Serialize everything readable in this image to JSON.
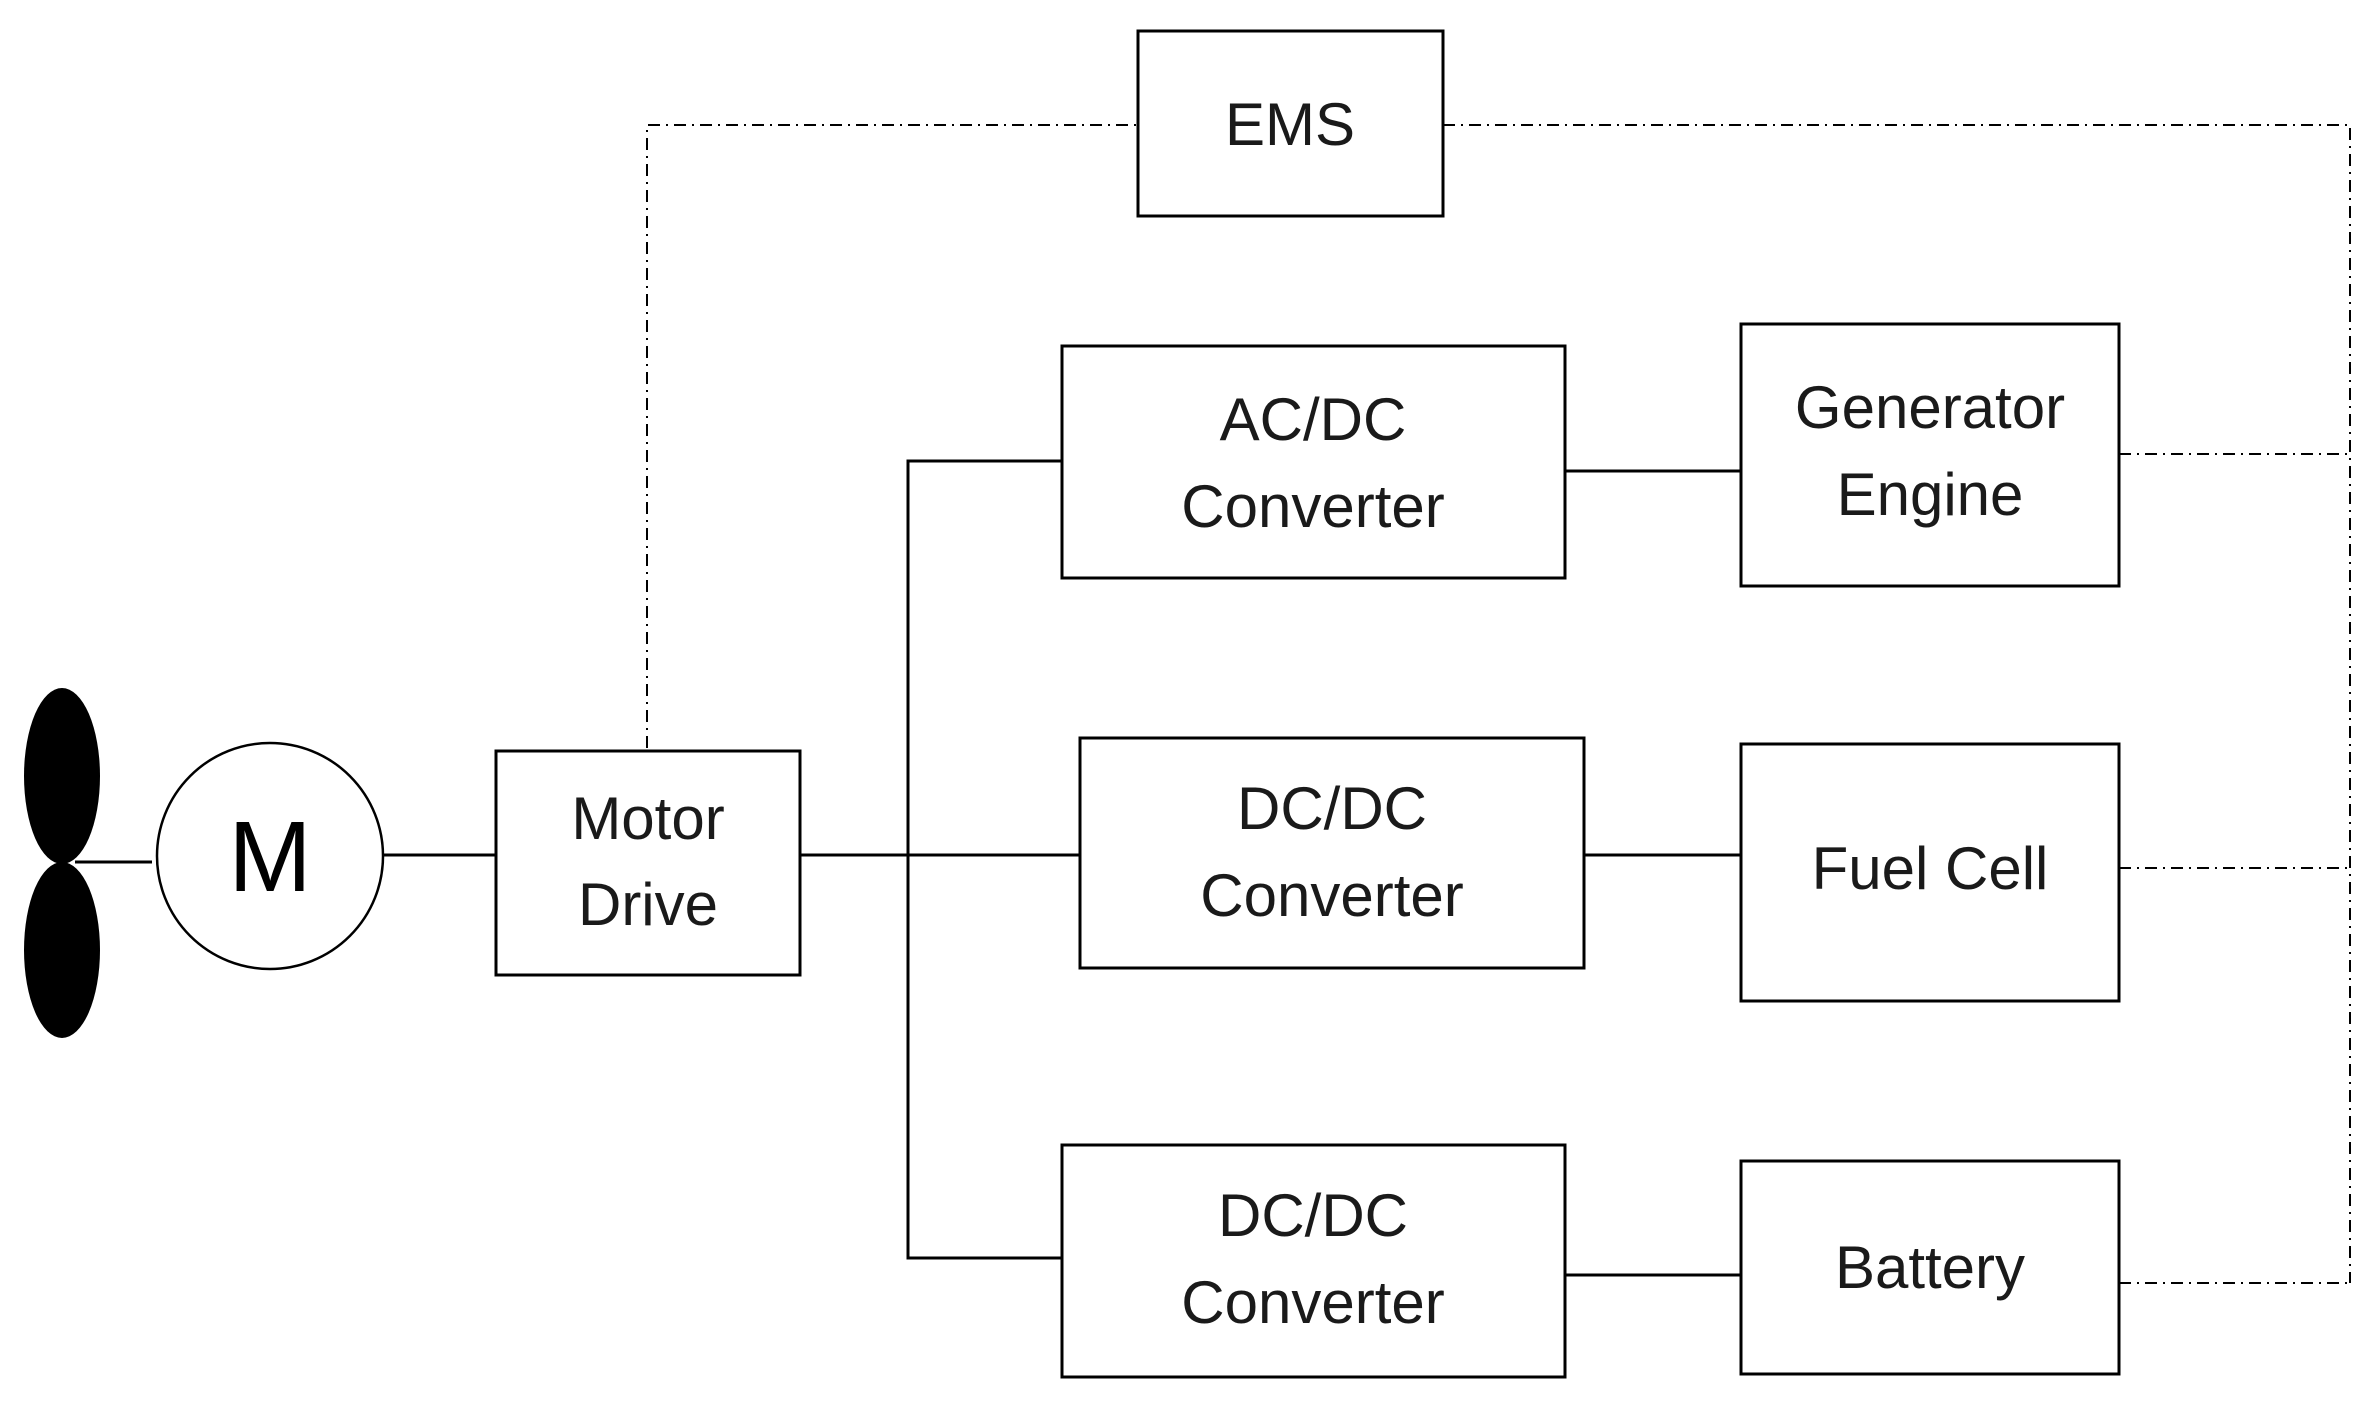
{
  "diagram": {
    "ems": "EMS",
    "motor": "M",
    "motor_drive": [
      "Motor",
      "Drive"
    ],
    "acdc_converter": [
      "AC/DC",
      "Converter"
    ],
    "dcdc_converter_fuel": [
      "DC/DC",
      "Converter"
    ],
    "dcdc_converter_battery": [
      "DC/DC",
      "Converter"
    ],
    "generator_engine": [
      "Generator",
      "Engine"
    ],
    "fuel_cell": "Fuel Cell",
    "battery": "Battery"
  },
  "colors": {
    "line": "#000000",
    "box_fill": "#ffffff",
    "text": "#1a1a1a"
  },
  "icons": {
    "propeller": "propeller-icon"
  }
}
